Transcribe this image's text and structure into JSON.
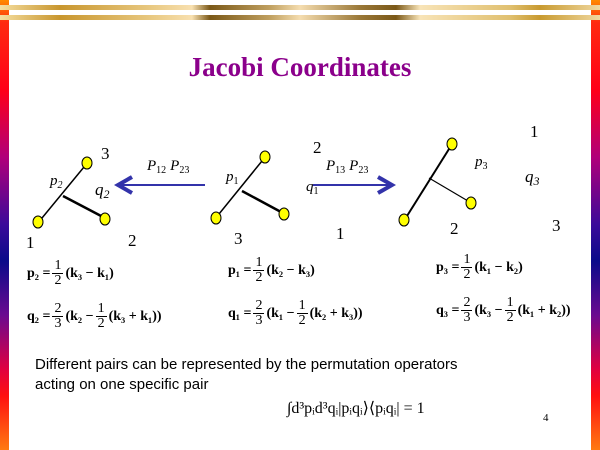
{
  "title": "Jacobi Coordinates",
  "diagrams": {
    "left": {
      "top": "3",
      "bottom_left": "1",
      "bottom_right": "2",
      "p": "p",
      "p_sub": "2",
      "q": "q",
      "q_sub": "2"
    },
    "middle": {
      "top": "2",
      "bottom_left": "3",
      "bottom_right": "1",
      "p": "p",
      "p_sub": "1",
      "q": "q",
      "q_sub": "1"
    },
    "right": {
      "top": "1",
      "bottom_left": "2",
      "bottom_right": "3",
      "p": "p",
      "p_sub": "3",
      "q": "q",
      "q_sub": "3"
    }
  },
  "arrows": {
    "left": {
      "label": "P",
      "sub1": "12",
      "sub2": "23"
    },
    "right": {
      "label": "P",
      "sub1": "13",
      "sub2": "23"
    }
  },
  "equations": {
    "p2": {
      "lhs": "p₂ =",
      "num": "1",
      "den": "2",
      "rhs": "(k₃ − k₁)"
    },
    "q2": {
      "lhs": "q₂ =",
      "num": "2",
      "den": "3",
      "mid": "(k₂ −",
      "num2": "1",
      "den2": "2",
      "rhs": "(k₃ + k₁))"
    },
    "p1": {
      "lhs": "p₁ =",
      "num": "1",
      "den": "2",
      "rhs": "(k₂ − k₃)"
    },
    "q1": {
      "lhs": "q₁ =",
      "num": "2",
      "den": "3",
      "mid": "(k₁ −",
      "num2": "1",
      "den2": "2",
      "rhs": "(k₂ + k₃))"
    },
    "p3": {
      "lhs": "p₃ =",
      "num": "1",
      "den": "2",
      "rhs": "(k₁ − k₂)"
    },
    "q3": {
      "lhs": "q₃ =",
      "num": "2",
      "den": "3",
      "mid": "(k₃ −",
      "num2": "1",
      "den2": "2",
      "rhs": "(k₁ + k₂))"
    }
  },
  "body_text": [
    "Different pairs can be represented by the permutation operators",
    "acting on one specific pair"
  ],
  "completeness": "∫d³pᵢd³qᵢ|pᵢqᵢ⟩⟨pᵢqᵢ| = 1",
  "page_number": "4",
  "colors": {
    "title": "#8b008b",
    "arrow": "#3333aa",
    "node": "#ffff00"
  }
}
